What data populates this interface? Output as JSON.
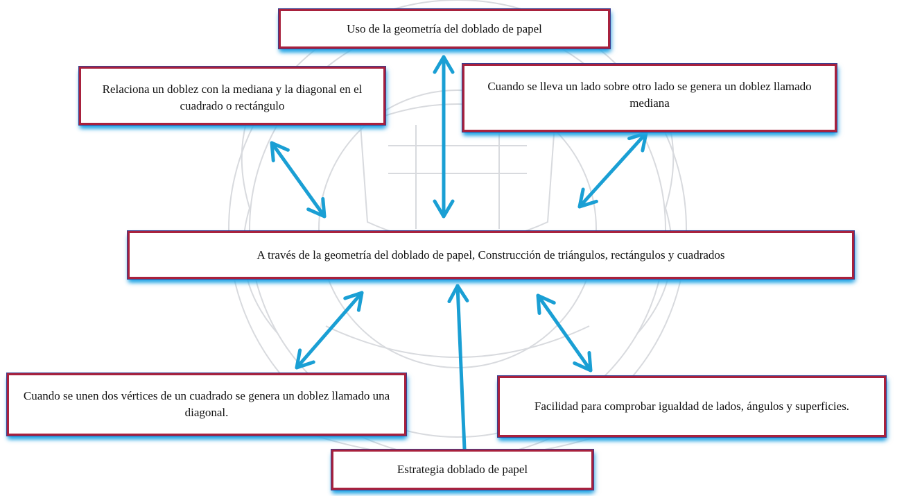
{
  "colors": {
    "arrow": "#1a9fd4",
    "box_border": "#a8213d",
    "box_glow": "#22a7e6",
    "text": "#111111",
    "watermark": "#cfd1d6"
  },
  "diagram": {
    "nodes": {
      "top": "Uso de la geometría del doblado de papel",
      "top_left": "Relaciona un doblez con la mediana y la diagonal en el cuadrado o rectángulo",
      "top_right": "Cuando se lleva un lado sobre otro lado se genera un doblez llamado mediana",
      "center": "A través de la geometría del doblado de papel, Construcción de triángulos, rectángulos y cuadrados",
      "bottom_left": "Cuando se unen dos vértices de un cuadrado se genera un doblez llamado una diagonal.",
      "bottom_right": "Facilidad para comprobar igualdad de lados, ángulos y superficies.",
      "bottom": "Estrategia doblado de papel"
    },
    "edges": [
      {
        "from": "top",
        "to": "center",
        "type": "double-arrow"
      },
      {
        "from": "top_left",
        "to": "center",
        "type": "double-arrow"
      },
      {
        "from": "top_right",
        "to": "center",
        "type": "double-arrow"
      },
      {
        "from": "center",
        "to": "bottom_left",
        "type": "double-arrow"
      },
      {
        "from": "center",
        "to": "bottom",
        "type": "double-arrow"
      },
      {
        "from": "center",
        "to": "bottom_right",
        "type": "double-arrow"
      }
    ]
  }
}
